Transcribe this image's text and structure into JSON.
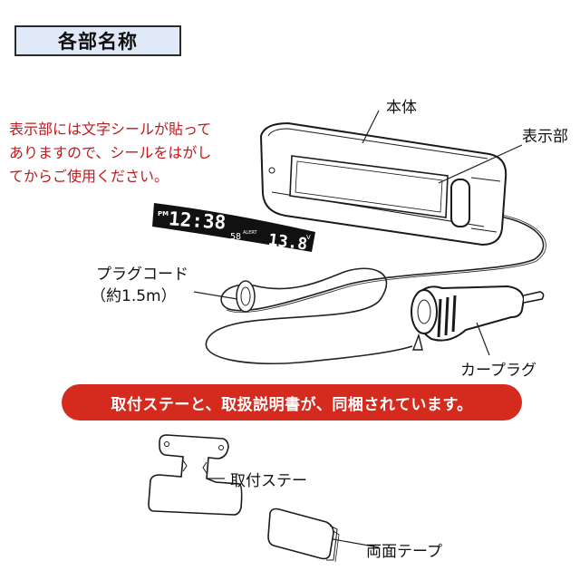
{
  "section_title": "各部名称",
  "note_text": "表示部には文字シールが貼って\nありますので、シールをはがし\nてからご使用ください。",
  "labels": {
    "body": "本体",
    "display": "表示部",
    "plug_cord": "プラグコード",
    "cord_length": "（約1.5m）",
    "car_plug": "カープラグ",
    "mount_stay": "取付ステー",
    "double_sided_tape": "両面テープ"
  },
  "sticker": {
    "am_pm": "PM",
    "time": "12:38",
    "seconds": "58",
    "alert": "ALERT",
    "voltage": "13.8",
    "unit": "V"
  },
  "banner_text": "取付ステーと、取扱説明書が、同梱されています。",
  "colors": {
    "title_bg": "#dfe9f7",
    "note_text": "#c0191c",
    "banner_bg": "#d52b1e",
    "banner_text": "#ffffff"
  }
}
